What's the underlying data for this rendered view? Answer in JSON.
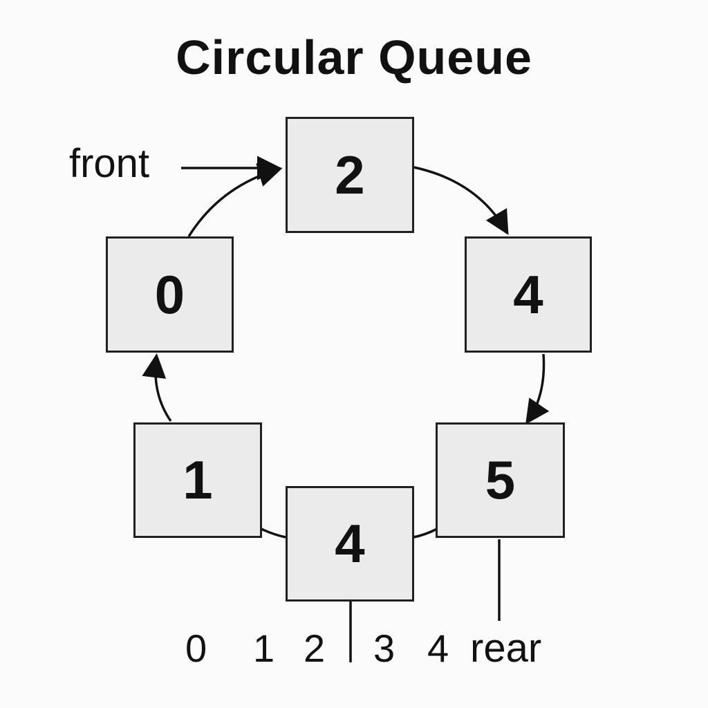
{
  "title": "Circular Queue",
  "cells": [
    {
      "id": "top",
      "value": "2"
    },
    {
      "id": "upper-right",
      "value": "4"
    },
    {
      "id": "lower-right",
      "value": "5"
    },
    {
      "id": "bottom",
      "value": "4"
    },
    {
      "id": "lower-left",
      "value": "1"
    },
    {
      "id": "upper-left",
      "value": "0"
    }
  ],
  "pointers": {
    "front": "front",
    "rear": "rear"
  },
  "indices": [
    "0",
    "1",
    "2",
    "3",
    "4"
  ],
  "colors": {
    "cell_fill": "#ebebeb",
    "stroke": "#202020",
    "background": "#fbfbfb"
  }
}
